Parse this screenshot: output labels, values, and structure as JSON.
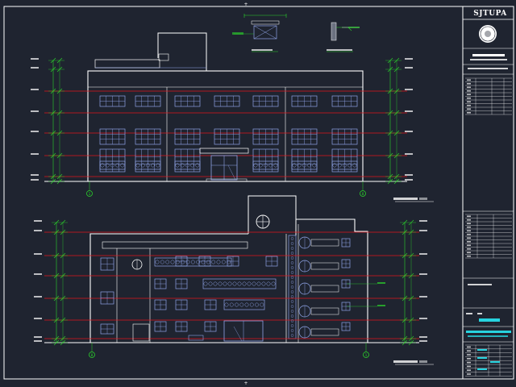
{
  "title_block": {
    "logo_text": "SJTUPA"
  },
  "colors": {
    "background": "#1f2430",
    "building_outline": "#ffffff",
    "windows": "#8fa3e6",
    "level_lines": "#e0161b",
    "dimension_lines": "#2bd62b",
    "grid_markers": "#2bd62b",
    "titleblock_cyan": "#27d3df"
  },
  "elevations": [
    {
      "id": "upper",
      "grid_start": "1",
      "grid_end": "8"
    },
    {
      "id": "lower",
      "grid_start": "8",
      "grid_end": "1"
    }
  ]
}
